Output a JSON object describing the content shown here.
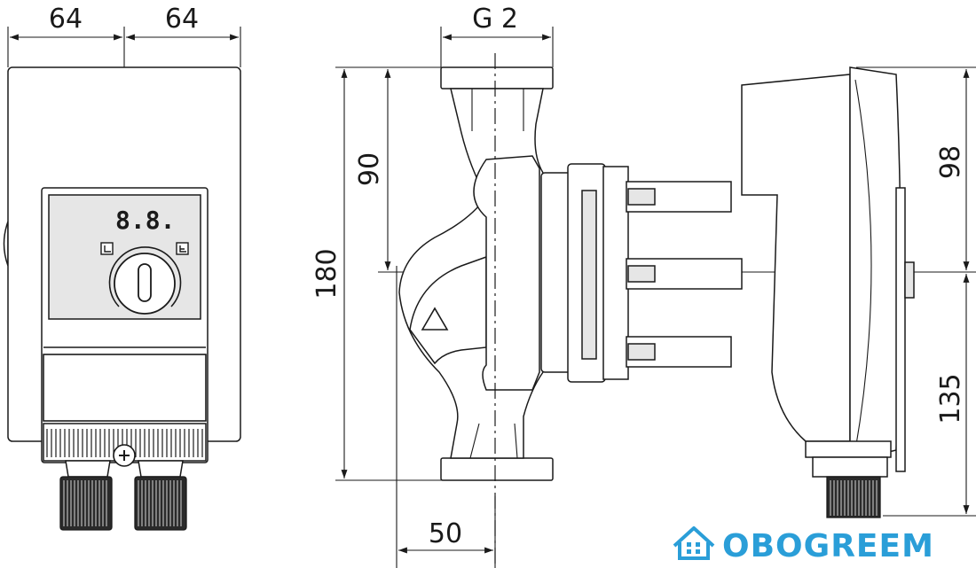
{
  "dimensions": {
    "front_left_width": "64",
    "front_right_width": "64",
    "flange_thread": "G 2",
    "port_to_axis": "90",
    "overall_height": "180",
    "head_upper": "98",
    "head_lower": "135",
    "base_offset": "50"
  },
  "display": {
    "readout": "8.8."
  },
  "watermark": {
    "brand": "OBOGREEM",
    "color": "#2a9ed8"
  },
  "icons": [
    "mode-icon-left",
    "mode-icon-right",
    "knob-icon",
    "flow-direction-icon",
    "watermark-logo-icon"
  ]
}
